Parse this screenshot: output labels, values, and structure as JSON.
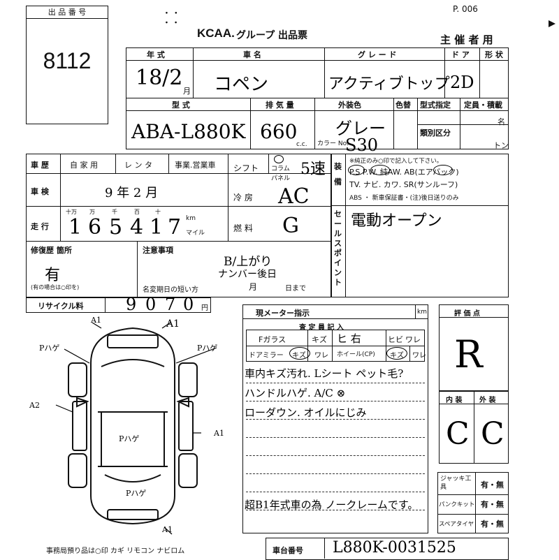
{
  "page_no": "P. 006",
  "lot": {
    "label": "出 品 番 号",
    "value": "8112"
  },
  "header": {
    "brand": "KCAA.",
    "title": "グループ 出品票",
    "organizer": "主 催 者 用"
  },
  "labels": {
    "year_model": "年 式",
    "car_name": "車 名",
    "grade": "グ レ ー ド",
    "doors": "ド ア",
    "body_type": "形 状",
    "model_type": "型 式",
    "displacement": "排 気 量",
    "cc": "c.c.",
    "ext_color": "外装色",
    "color_change": "色替",
    "model_designation": "型式指定",
    "category": "類別区分",
    "capacity": "定員・積載",
    "persons": "名",
    "tons": "トン",
    "color_no": "カラー No.",
    "history": "車 歴",
    "private": "自 家 用",
    "rental": "レ ン タ",
    "commercial": "事業.営業車",
    "inspection": "車 検",
    "mileage": "走 行",
    "km": "km",
    "mile": "マイル",
    "shift": "シフト",
    "column": "コラム",
    "panel": "パネル",
    "ac_label": "冷 房",
    "fuel": "燃 料",
    "equipment": "装 備",
    "sales_point": "セールスポイント",
    "repair": "修復歴 箇所",
    "repair_note": "(有の場合は○印を)",
    "notes": "注意事項",
    "expiry_short": "名変期日の短い方",
    "month_unit": "月",
    "day_until": "日まで",
    "recycle": "リサイクル料",
    "yen": "円",
    "meter_change": "現メーター指示",
    "km2": "km",
    "inspector": "査 定 員 記 入",
    "windshield": "Fガラス",
    "scratch": "キズ",
    "glass_crack": "ヒビ",
    "crack": "ワレ",
    "door_mirror": "ドアミラー",
    "wheel": "ホイール(CP)",
    "score": "評 価 点",
    "interior": "内 装",
    "exterior": "外 装",
    "jack": "ジャッキ工 具",
    "puncture_kit": "パンクキット",
    "spare_tire": "スペアタイヤ",
    "yes_no": "有・無",
    "bottom_note": "事務局預り品は○印 カギ リモコン ナビロム",
    "chassis_no": "車台番号",
    "equip_line1": "※純正のみ○印で記入して下さい。",
    "equip_line2": "P.S  P.W. 純AW. AB(エアバック)",
    "equip_line3": "TV. ナビ. カワ. SR(サンルーフ)",
    "equip_line4": "ABS ・ 新車保証書・(注)後日送りのみ",
    "mileage_units": [
      "十万",
      "万",
      "千",
      "百",
      "十"
    ]
  },
  "values": {
    "year": "18/2",
    "year_unit": "月",
    "car_name": "コペン",
    "grade": "アクティブトップ",
    "doors": "2D",
    "model_type": "ABA-L880K",
    "displacement": "660",
    "color": "グレー",
    "color_no": "S30",
    "inspection": "9 年  2 月",
    "mileage_digits": [
      "1",
      "6",
      "5",
      "4",
      "1",
      "7"
    ],
    "shift": "5速",
    "ac": "AC",
    "fuel": "G",
    "sales_point": "電動オープン",
    "repair": "有",
    "notes_line1": "B/上がり",
    "notes_line2": "ナンバー後日",
    "recycle_digits": [
      "9",
      "0",
      "7",
      "0"
    ],
    "windshield": "ヒ 右",
    "comment_1": "車内キズ汚れ. Lシート ペット毛?",
    "comment_2": "ハンドルハゲ. A/C ⊗",
    "comment_3": "ローダウン. オイルにじみ",
    "comment_4": "超B1年式車の為 ノークレームです。",
    "score": "R",
    "interior_grade": "C",
    "exterior_grade": "C",
    "chassis_no": "L880K-0031525"
  },
  "diagram_marks": {
    "front_left": "A1",
    "front_right": "A1",
    "p_hug_left": "Pハゲ",
    "p_hug_right": "Pハゲ",
    "left_side": "A2",
    "roof": "Pハゲ",
    "right_side": "A1",
    "trunk": "Pハゲ",
    "rear": "A1"
  }
}
